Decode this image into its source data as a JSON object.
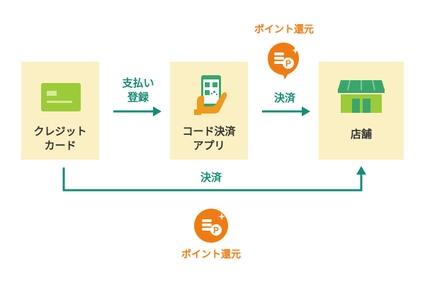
{
  "nodes": {
    "credit_card": {
      "label_line1": "クレジット",
      "label_line2": "カード"
    },
    "code_app": {
      "label_line1": "コード決済",
      "label_line2": "アプリ"
    },
    "store": {
      "label": "店舗"
    }
  },
  "arrows": {
    "register": {
      "label_line1": "支払い",
      "label_line2": "登録"
    },
    "pay_app_to_store": {
      "label": "決済"
    },
    "pay_card_to_store": {
      "label": "決済"
    }
  },
  "badges": {
    "top": {
      "label": "ポイント還元",
      "icon": "coin-points-icon"
    },
    "bottom": {
      "label": "ポイント還元",
      "icon": "coin-points-icon"
    }
  },
  "colors": {
    "box_bg": "#fbf0c3",
    "arrow": "#168c76",
    "accent_orange": "#ef7c12",
    "card_green": "#9ccb3a",
    "store_green": "#3aa66b"
  }
}
